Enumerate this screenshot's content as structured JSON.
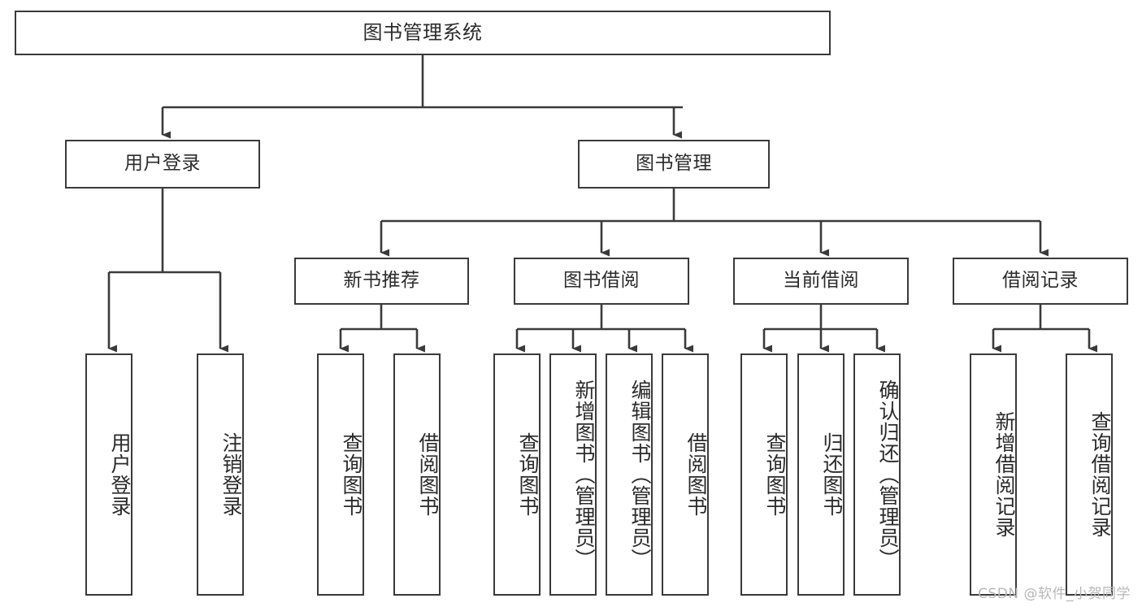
{
  "diagram": {
    "title": "图书管理系统",
    "type": "tree",
    "watermark": "CSDN @软件_小贺同学",
    "colors": {
      "stroke": "#3a3a3a",
      "fill": "#ffffff",
      "text": "#2b2b2b",
      "watermark": "#b8b8b8"
    },
    "root": {
      "label": "图书管理系统"
    },
    "level2": [
      {
        "label": "用户登录"
      },
      {
        "label": "图书管理"
      }
    ],
    "level3": [
      {
        "label": "新书推荐"
      },
      {
        "label": "图书借阅"
      },
      {
        "label": "当前借阅"
      },
      {
        "label": "借阅记录"
      }
    ],
    "leaves_user_login": [
      {
        "label": "用户登录"
      },
      {
        "label": "注销登录"
      }
    ],
    "leaves_new_book": [
      {
        "label": "查询图书"
      },
      {
        "label": "借阅图书"
      }
    ],
    "leaves_borrow": [
      {
        "label": "查询图书"
      },
      {
        "label": "新增图书（管理员）"
      },
      {
        "label": "编辑图书（管理员）"
      },
      {
        "label": "借阅图书"
      }
    ],
    "leaves_current": [
      {
        "label": "查询图书"
      },
      {
        "label": "归还图书"
      },
      {
        "label": "确认归还（管理员）"
      }
    ],
    "leaves_records": [
      {
        "label": "新增借阅记录"
      },
      {
        "label": "查询借阅记录"
      }
    ]
  }
}
